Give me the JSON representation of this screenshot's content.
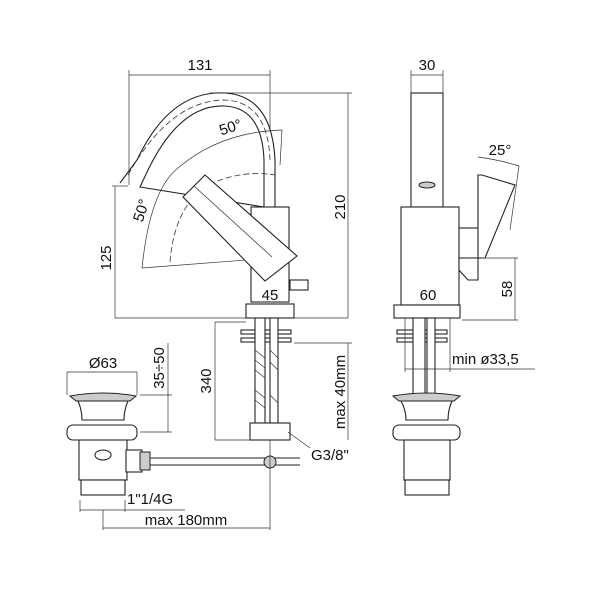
{
  "front_view": {
    "width_spout": "131",
    "height_total": "210",
    "height_spout": "125",
    "angle_spout": "50°",
    "angle_lever": "50°",
    "body_width": "45",
    "hose_length": "340",
    "max_deck": "max 40mm",
    "hose_thread": "G3/8\""
  },
  "drain_view": {
    "diameter": "Ø63",
    "height_range": "35÷50",
    "thread": "1\"1/4G",
    "max_rod": "max 180mm"
  },
  "side_view": {
    "spout_width": "30",
    "lever_angle": "25°",
    "base_width": "60",
    "lever_height": "58",
    "min_hole": "min ø33,5"
  }
}
